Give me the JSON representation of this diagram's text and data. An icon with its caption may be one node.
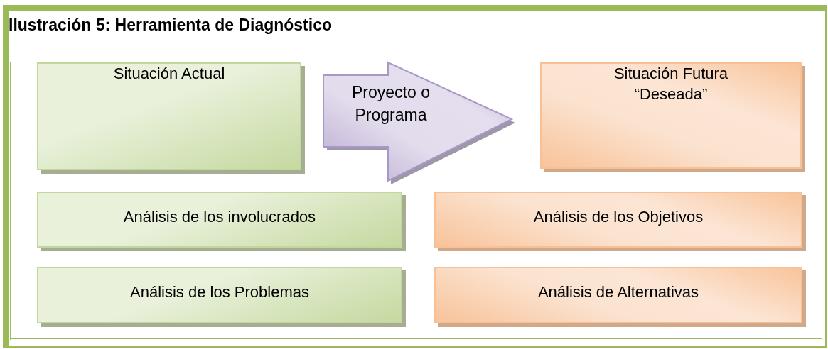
{
  "diagram": {
    "title": "Ilustración 5: Herramienta de Diagnóstico",
    "nodes": [
      {
        "text": [
          "Situación Actual"
        ]
      },
      {
        "text": [
          "Proyecto o Programa"
        ]
      },
      {
        "text": [
          "Situación Futura “Deseada”"
        ]
      },
      {
        "text": [
          "Análisis de los involucrados"
        ]
      },
      {
        "text": [
          "Análisis de los Objetivos"
        ]
      },
      {
        "text": [
          "Análisis de los Problemas"
        ]
      },
      {
        "text": [
          "Análisis de Alternativas"
        ]
      }
    ]
  }
}
